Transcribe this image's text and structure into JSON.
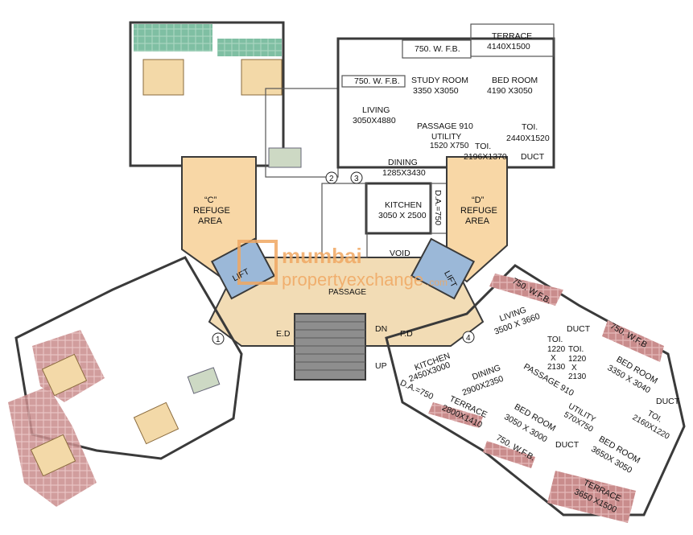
{
  "watermark": {
    "brand_line1": "mumbai",
    "brand_line2": "propertyexchange",
    "brand_suffix": ".com"
  },
  "labels": {
    "terrace_top": [
      "TERRACE",
      "4140X1500"
    ],
    "wfb_top_1": "750. W. F.B.",
    "wfb_top_2": "750. W. F.B.",
    "study_room": [
      "STUDY ROOM",
      "3350 X3050"
    ],
    "bed_room_top": [
      "BED ROOM",
      "4190 X3050"
    ],
    "living_top": [
      "LIVING",
      "3050X4880"
    ],
    "passage_top": "PASSAGE 910",
    "utility_top": [
      "UTILITY",
      "1520 X750"
    ],
    "toi_top_1": [
      "TOI.",
      "2440X1520"
    ],
    "toi_top_2": [
      "TOI.",
      "2196X1370"
    ],
    "duct_top": "DUCT",
    "dining_top": [
      "DINING",
      "1285X3430"
    ],
    "kitchen_top": [
      "KITCHEN",
      "3050 X 2500"
    ],
    "da_top": "D.A.=750",
    "refuge_c": [
      "“C”",
      "REFUGE",
      "AREA"
    ],
    "refuge_d": [
      "“D”",
      "REFUGE",
      "AREA"
    ],
    "void": "VOID",
    "passage": "PASSAGE",
    "lift_left": "LIFT",
    "lift_right": "LIFT",
    "dn": "DN",
    "up": "UP",
    "fd": "F.D",
    "ed": "E.D",
    "kitchen_right": [
      "KITCHEN",
      "2450X3000"
    ],
    "dining_right": [
      "DINING",
      "2900X2350"
    ],
    "living_right": [
      "LIVING",
      "3500 X 3660"
    ],
    "wfb_right_1": "750. W.F.B.",
    "wfb_right_2": "750. W.F.B",
    "wfb_right_3": "750. W.F.B.",
    "duct_right_1": "DUCT",
    "duct_right_2": "DUCT",
    "duct_right_3": "DUCT",
    "toi_right_1": [
      "TOI.",
      "1220",
      "X",
      "2130"
    ],
    "toi_right_2": [
      "TOI.",
      "1220",
      "X",
      "2130"
    ],
    "toi_right_3": [
      "TOI.",
      "2160X1220"
    ],
    "bed_room_right_1": [
      "BED ROOM",
      "3350 X 3040"
    ],
    "bed_room_right_2": [
      "BED ROOM",
      "3050 X 3000"
    ],
    "bed_room_right_3": [
      "BED ROOM",
      "3650X 3050"
    ],
    "passage_right": "PASSAGE 910",
    "utility_right": [
      "UTILITY",
      "570X750"
    ],
    "terrace_right_1": [
      "TERRACE",
      "2800X1410"
    ],
    "terrace_right_2": [
      "TERRACE",
      "3650 X1500"
    ],
    "da_right": "D.A.=750",
    "flat_numbers": [
      "1",
      "2",
      "3",
      "4"
    ]
  },
  "colors": {
    "flat_green": "#d9ecdc",
    "flat_cream": "#f7f2dc",
    "refuge": "#f8d7a6",
    "lobby_marble": "#f2dcb5",
    "terrace_tile": "#8fc8b0",
    "terrace_tile_red": "#d8a3a3",
    "stair_gray": "#8e8e8e",
    "lift_blue": "#9bb8d8",
    "wall": "#3a3a3a"
  }
}
